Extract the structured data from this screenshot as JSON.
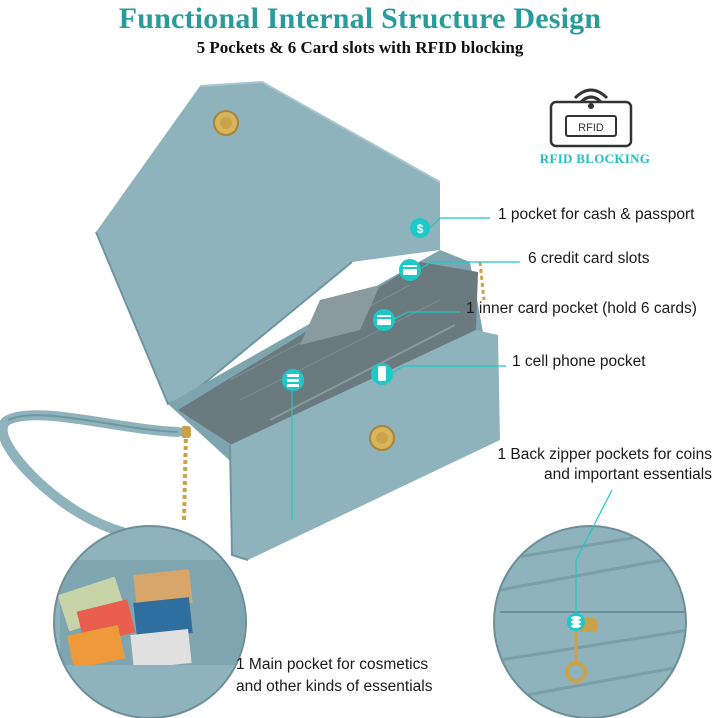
{
  "header": {
    "title": "Functional Internal Structure Design",
    "subtitle": "5 Pockets & 6 Card slots with RFID blocking"
  },
  "rfid": {
    "badge_text": "RFID",
    "caption": "RFID BLOCKING"
  },
  "callouts": {
    "cash_passport": "1 pocket for cash & passport",
    "credit_slots": "6 credit card slots",
    "inner_card_pocket": "1 inner card pocket (hold 6 cards)",
    "phone_pocket": "1 cell phone pocket",
    "back_zipper_line1": "1 Back zipper pockets for coins",
    "back_zipper_line2": "and important essentials",
    "main_pocket_line1": "1 Main pocket for cosmetics",
    "main_pocket_line2": "and other kinds of essentials"
  },
  "colors": {
    "accent": "#2a9b9b",
    "bag": "#8fb3bc",
    "bag_dark": "#6f96a0",
    "gold": "#c9a24a",
    "callout": "#1ec8c8"
  },
  "icons": [
    "rfid-signal-icon",
    "dollar-coin-icon",
    "credit-card-icon",
    "card-icon",
    "phone-icon",
    "card-stack-icon",
    "coin-stack-icon"
  ]
}
